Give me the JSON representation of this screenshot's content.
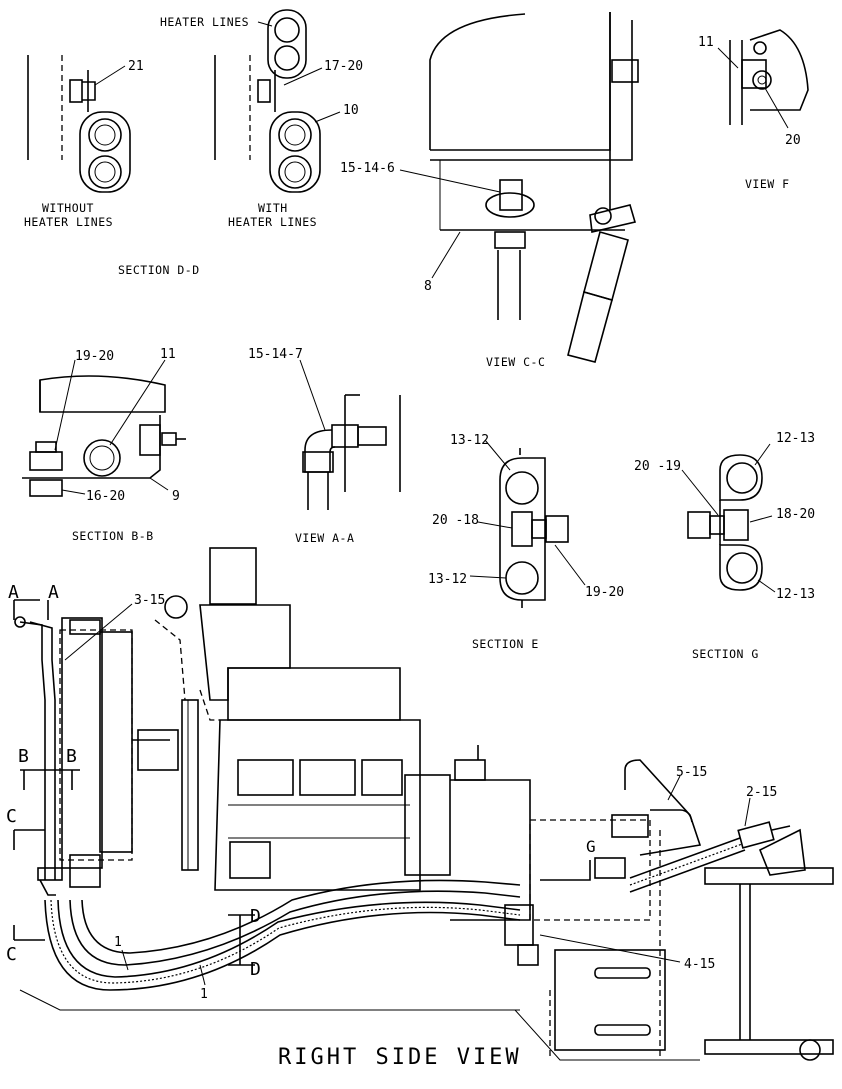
{
  "section_dd": {
    "title": "SECTION D-D",
    "heater_lines": "HEATER LINES",
    "callout_21": "21",
    "callout_17_20": "17-20",
    "callout_10": "10",
    "without_line1": "WITHOUT",
    "without_line2": "HEATER LINES",
    "with_line1": "WITH",
    "with_line2": "HEATER LINES"
  },
  "view_cc": {
    "title": "VIEW C-C",
    "callout_15_14_6": "15-14-6",
    "callout_8": "8"
  },
  "view_f": {
    "title": "VIEW F",
    "callout_11": "11",
    "callout_20": "20"
  },
  "section_bb": {
    "title": "SECTION B-B",
    "callout_19_20": "19-20",
    "callout_11": "11",
    "callout_16_20": "16-20",
    "callout_9": "9"
  },
  "view_aa": {
    "title": "VIEW A-A",
    "callout_15_14_7": "15-14-7"
  },
  "section_e": {
    "title": "SECTION E",
    "callout_13_12_top": "13-12",
    "callout_20_18": "20 -18",
    "callout_13_12_bottom": "13-12",
    "callout_19_20": "19-20"
  },
  "section_g": {
    "title": "SECTION G",
    "callout_12_13_top": "12-13",
    "callout_20_19": "20 -19",
    "callout_18_20": "18-20",
    "callout_12_13_bottom": "12-13"
  },
  "right_side_view": {
    "title": "RIGHT  SIDE  VIEW",
    "callout_3_15": "3-15",
    "callout_5_15": "5-15",
    "callout_2_15": "2-15",
    "callout_4_15": "4-15",
    "callout_1a": "1",
    "callout_1b": "1",
    "marker_a1": "A",
    "marker_a2": "A",
    "marker_b1": "B",
    "marker_b2": "B",
    "marker_c1": "C",
    "marker_c2": "C",
    "marker_d1": "D",
    "marker_d2": "D",
    "marker_g": "G"
  }
}
